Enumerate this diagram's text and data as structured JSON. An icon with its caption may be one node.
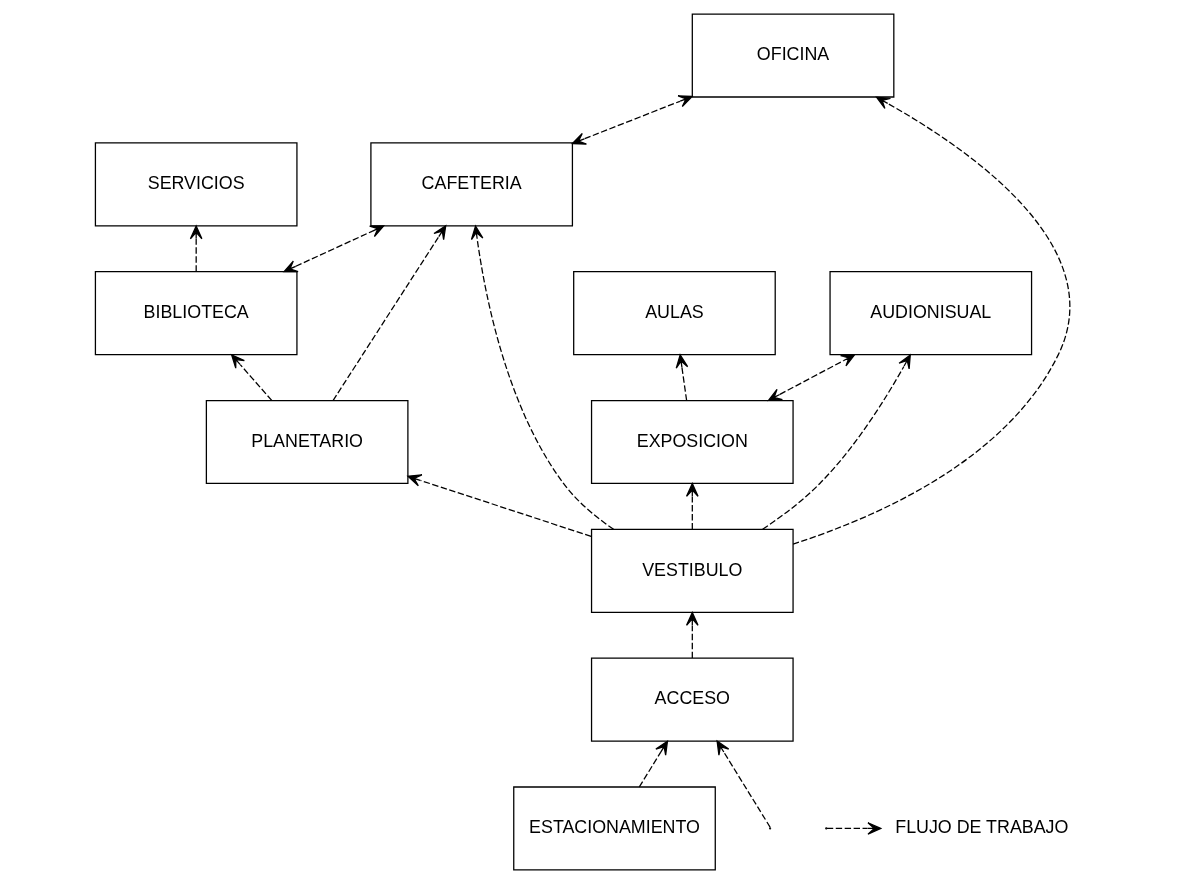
{
  "diagram": {
    "nodes": [
      {
        "text": [
          "SERVICIOS"
        ]
      },
      {
        "text": [
          "BIBLIOTECA"
        ]
      },
      {
        "text": [
          "AULAS"
        ]
      },
      {
        "text": [
          "PLANETARIO"
        ]
      },
      {
        "text": [
          "CAFETERIA"
        ]
      },
      {
        "text": [
          "EXPOSICION"
        ]
      },
      {
        "text": [
          "VESTIBULO"
        ]
      },
      {
        "text": [
          "OFICINA"
        ]
      },
      {
        "text": [
          "AUDIONISUAL"
        ]
      },
      {
        "text": [
          "ACCESO"
        ]
      },
      {
        "text": [
          "ESTACIONAMIENTO"
        ]
      }
    ],
    "edges": [
      {
        "from": 1,
        "to": 0,
        "arrow": "to"
      },
      {
        "from": 1,
        "to": 4,
        "arrow": "both"
      },
      {
        "from": 3,
        "to": 1,
        "arrow": "to"
      },
      {
        "from": 3,
        "to": 4,
        "arrow": "to"
      },
      {
        "from": 6,
        "to": 3,
        "arrow": "to"
      },
      {
        "from": 4,
        "to": 7,
        "arrow": "both"
      },
      {
        "from": 6,
        "to": 4,
        "arrow": "to"
      },
      {
        "from": 6,
        "to": 7,
        "arrow": "to"
      },
      {
        "from": 5,
        "to": 2,
        "arrow": "to"
      },
      {
        "from": 5,
        "to": 8,
        "arrow": "both"
      },
      {
        "from": 6,
        "to": 5,
        "arrow": "to"
      },
      {
        "from": 6,
        "to": 8,
        "arrow": "to"
      },
      {
        "from": 9,
        "to": 6,
        "arrow": "to"
      },
      {
        "from": 10,
        "to": 9,
        "arrow": "to"
      },
      {
        "from": null,
        "to": 9,
        "arrow": "to"
      }
    ],
    "legend": [
      {
        "text": "FLUJO DE TRABAJO"
      }
    ]
  }
}
